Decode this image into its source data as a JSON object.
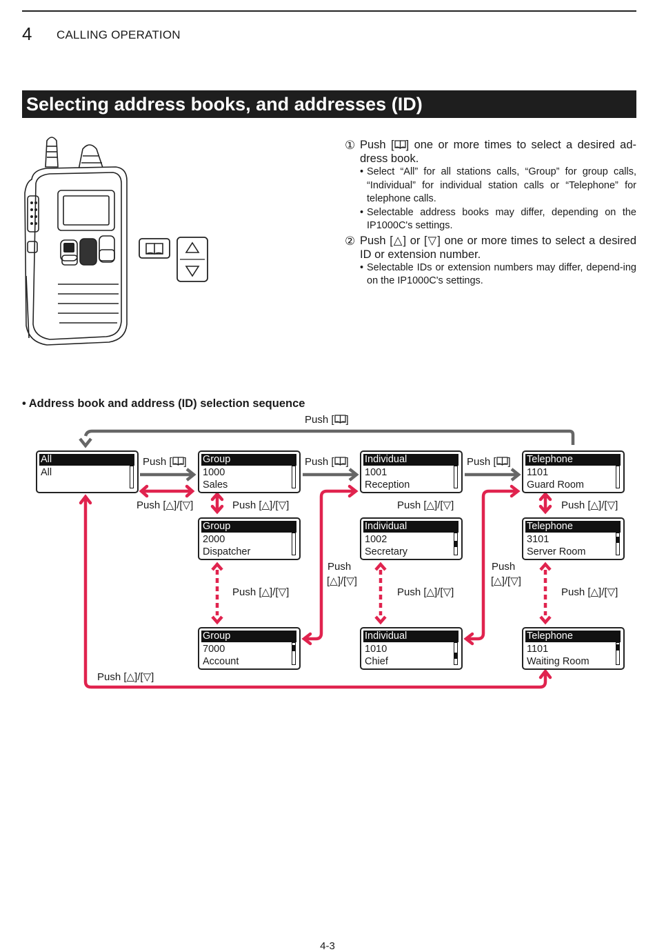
{
  "header": {
    "chapter_number": "4",
    "chapter_title": "CALLING OPERATION"
  },
  "section_title": "Selecting address books, and addresses (ID)",
  "steps": [
    {
      "num": "①",
      "text": "Push [    ] one or more times to select a desired address book.",
      "pre": "Push [",
      "post": "] one or more times to select a desired ad-dress book.",
      "bullets": [
        "Select “All” for all stations calls, “Group” for group calls, “Individual” for individual station calls or “Telephone” for telephone calls.",
        "Selectable address books may differ, depending on the IP1000C's settings."
      ]
    },
    {
      "num": "②",
      "pre": "Push [△] or [▽] one or more times to select a desired ID or extension number.",
      "bullets": [
        "Selectable IDs or extension numbers may differ, depend-ing on the IP1000C's settings."
      ]
    }
  ],
  "subheading": "• Address book and address (ID) selection sequence",
  "labels": {
    "push_book": "Push [",
    "push_book_end": "]",
    "push_updown": "Push [△]/[▽]",
    "push": "Push",
    "updown": "[△]/[▽]"
  },
  "screens": {
    "all": {
      "head": "All",
      "line2": "All",
      "line3": ""
    },
    "group1": {
      "head": "Group",
      "line2": "1000",
      "line3": "Sales"
    },
    "group2": {
      "head": "Group",
      "line2": "2000",
      "line3": "Dispatcher"
    },
    "group3": {
      "head": "Group",
      "line2": "7000",
      "line3": "Account"
    },
    "ind1": {
      "head": "Individual",
      "line2": "1001",
      "line3": "Reception"
    },
    "ind2": {
      "head": "Individual",
      "line2": "1002",
      "line3": "Secretary"
    },
    "ind3": {
      "head": "Individual",
      "line2": "1010",
      "line3": "Chief"
    },
    "tel1": {
      "head": "Telephone",
      "line2": "1101",
      "line3": "Guard Room"
    },
    "tel2": {
      "head": "Telephone",
      "line2": "3101",
      "line3": "Server Room"
    },
    "tel3": {
      "head": "Telephone",
      "line2": "1101",
      "line3": "Waiting Room"
    }
  },
  "colors": {
    "red_arrow": "#e0234e",
    "gray_arrow": "#666666",
    "banner": "#1e1e1e"
  },
  "icons": [
    "address-book-icon",
    "up-triangle-icon",
    "down-triangle-icon"
  ],
  "page_number": "4-3"
}
